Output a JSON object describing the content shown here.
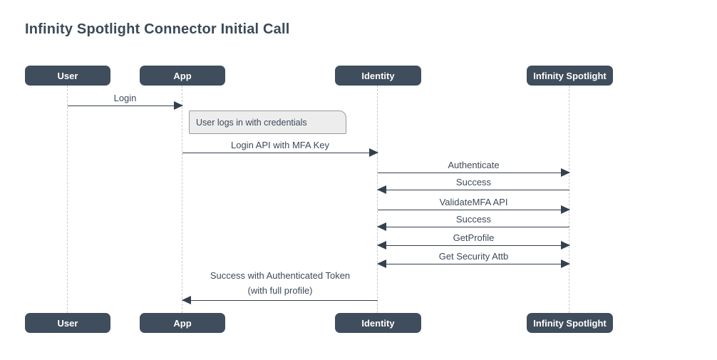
{
  "title": "Infinity Spotlight Connector Initial Call",
  "actors": {
    "user": "User",
    "app": "App",
    "identity": "Identity",
    "infinity_spotlight": "Infinity Spotlight"
  },
  "note": {
    "text": "User logs in with credentials"
  },
  "messages": [
    {
      "label": "Login",
      "from": "User",
      "to": "App",
      "arrow": "right"
    },
    {
      "label": "Login API with MFA Key",
      "from": "App",
      "to": "Identity",
      "arrow": "right"
    },
    {
      "label": "Authenticate",
      "from": "Identity",
      "to": "Infinity Spotlight",
      "arrow": "right"
    },
    {
      "label": "Success",
      "from": "Infinity Spotlight",
      "to": "Identity",
      "arrow": "left"
    },
    {
      "label": "ValidateMFA API",
      "from": "Identity",
      "to": "Infinity Spotlight",
      "arrow": "right"
    },
    {
      "label": "Success",
      "from": "Infinity Spotlight",
      "to": "Identity",
      "arrow": "left"
    },
    {
      "label": "GetProfile",
      "from": "Identity",
      "to": "Infinity Spotlight",
      "arrow": "both"
    },
    {
      "label": "Get Security Attb",
      "from": "Identity",
      "to": "Infinity Spotlight",
      "arrow": "both"
    },
    {
      "label": "Success with Authenticated Token",
      "label_line2": "(with full profile)",
      "from": "Identity",
      "to": "App",
      "arrow": "left"
    }
  ],
  "colors": {
    "background": "#ffffff",
    "title_text": "#3b4a59",
    "actor_fill": "#3f4d5c",
    "actor_text": "#ffffff",
    "message_line": "#35404e",
    "message_text": "#3e4a5a",
    "lifeline": "#c8c8c8",
    "note_fill": "#ededed",
    "note_border": "#9a9a9a"
  }
}
